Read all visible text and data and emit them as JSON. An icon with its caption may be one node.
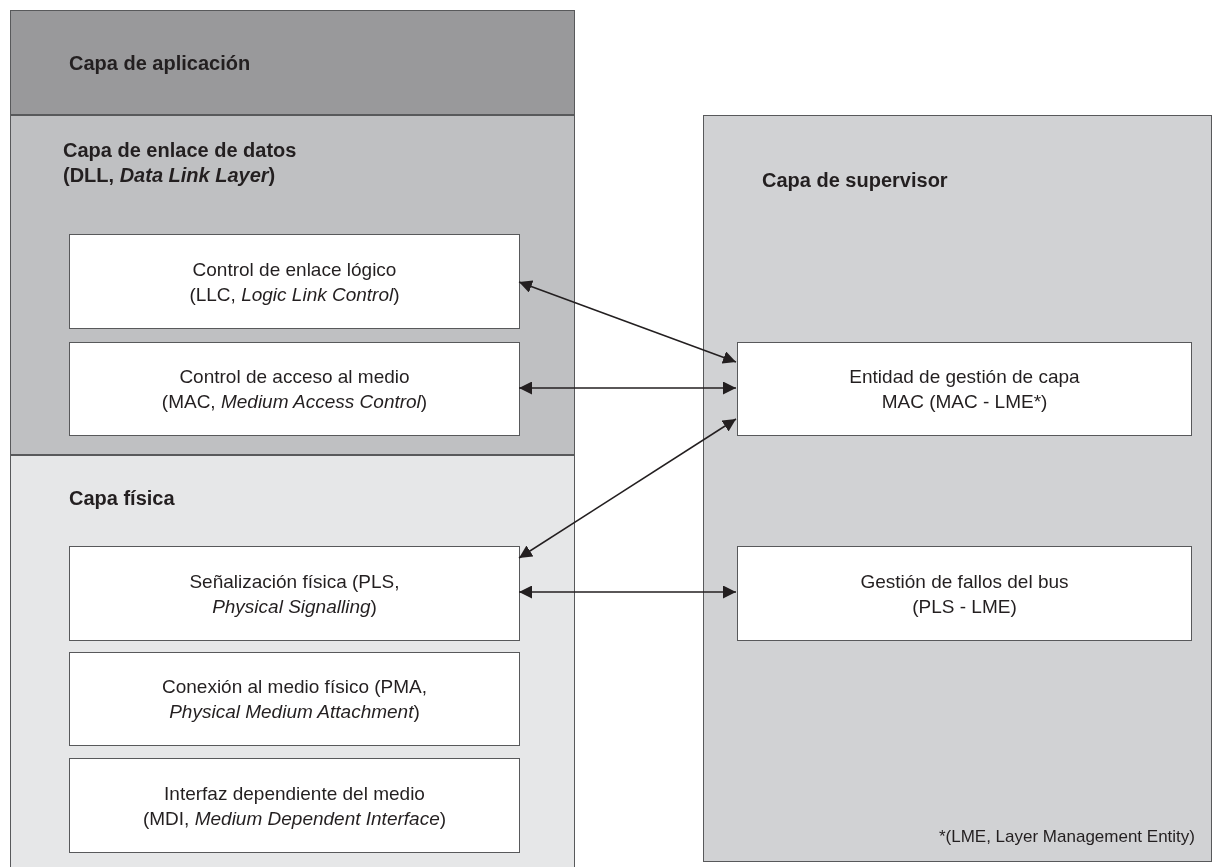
{
  "diagram": {
    "nodes": [
      {
        "text": [
          "Capa de aplicación"
        ]
      },
      {
        "text": [
          "Capa de enlace de datos (DLL, *Data Link Layer*)"
        ]
      },
      {
        "text": [
          "Control de enlace lógico (LLC, *Logic Link Control*)"
        ],
        "in": 1
      },
      {
        "text": [
          "Control de acceso al medio (MAC, *Medium Access Control*)"
        ],
        "in": 1
      },
      {
        "text": [
          "Capa física"
        ]
      },
      {
        "text": [
          "Señalización física (PLS, *Physical Signalling*)"
        ],
        "in": 4
      },
      {
        "text": [
          "Conexión al medio físico (PMA, *Physical Medium Attachment*)"
        ],
        "in": 4
      },
      {
        "text": [
          "Interfaz dependiente del medio (MDI, *Medium Dependent Interface*)"
        ],
        "in": 4
      },
      {
        "text": [
          "Capa de supervisor",
          "*(LME, Layer Management Entity)"
        ]
      },
      {
        "text": [
          "Entidad de gestión de capa MAC (MAC - LME*)"
        ],
        "in": 8
      },
      {
        "text": [
          "Gestión de fallos del bus (PLS - LME)"
        ],
        "in": 8
      }
    ],
    "edges": [
      {
        "from": 2,
        "to": 9,
        "arrow": "both"
      },
      {
        "from": 3,
        "to": 9,
        "arrow": "both"
      },
      {
        "from": 5,
        "to": 9,
        "arrow": "both"
      },
      {
        "from": 5,
        "to": 10,
        "arrow": "both"
      }
    ]
  }
}
